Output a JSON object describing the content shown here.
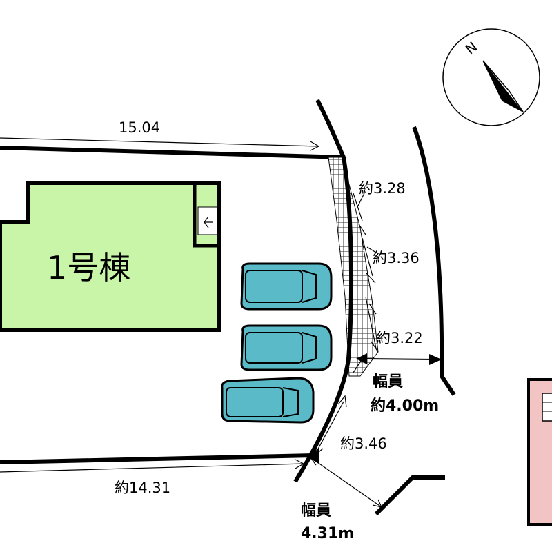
{
  "site_plan": {
    "building_label": "1号棟",
    "compass_label": "N",
    "dimensions": {
      "top_boundary": "15.04",
      "bottom_boundary": "約14.31",
      "frontage_upper": "約3.28",
      "frontage_middle": "約3.36",
      "frontage_lower": "約3.22",
      "frontage_bottom": "約3.46"
    },
    "road_widths": {
      "east_road_label": "幅員",
      "east_road_value": "約4.00m",
      "south_road_label": "幅員",
      "south_road_value": "4.31m"
    },
    "parking_spaces": 3
  },
  "colors": {
    "building_fill": "#c8f5a8",
    "car_body": "#5bbac8",
    "neighbor_fill": "#f2c4c4",
    "line": "#000000"
  }
}
